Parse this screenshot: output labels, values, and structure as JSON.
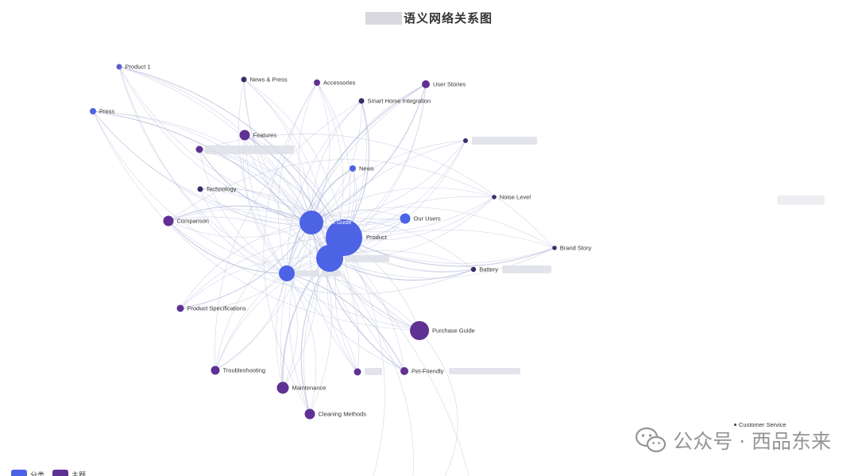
{
  "title": "语义网络关系图",
  "legend": [
    {
      "label": "分类",
      "color": "#4d63e6"
    },
    {
      "label": "主题",
      "color": "#5e3192"
    }
  ],
  "colors": {
    "category": "#4d63e6",
    "topic": "#5e3192",
    "edge": "#b9c0dd"
  },
  "nodes": [
    {
      "id": "product",
      "label": "Product",
      "type": "category"
    },
    {
      "id": "gift-guide",
      "label": "Gift Guide",
      "type": "category"
    },
    {
      "id": "blurred-cat-1",
      "label": "",
      "type": "category"
    },
    {
      "id": "blurred-cat-2",
      "label": "",
      "type": "category"
    },
    {
      "id": "product-1",
      "label": "Product 1",
      "type": "category"
    },
    {
      "id": "press",
      "label": "Press",
      "type": "category"
    },
    {
      "id": "news",
      "label": "News",
      "type": "category"
    },
    {
      "id": "our-users",
      "label": "Our Users",
      "type": "category"
    },
    {
      "id": "news-press",
      "label": "News & Press",
      "type": "topic"
    },
    {
      "id": "accessories",
      "label": "Accessories",
      "type": "topic"
    },
    {
      "id": "user-stories",
      "label": "User Stories",
      "type": "topic"
    },
    {
      "id": "smart-home",
      "label": "Smart Home Integration",
      "type": "topic"
    },
    {
      "id": "features",
      "label": "Features",
      "type": "topic"
    },
    {
      "id": "blurred-topic-1",
      "label": "",
      "type": "topic"
    },
    {
      "id": "blurred-topic-2",
      "label": "",
      "type": "topic"
    },
    {
      "id": "technology",
      "label": "Technology",
      "type": "topic"
    },
    {
      "id": "noise-level",
      "label": "Noise Level",
      "type": "topic"
    },
    {
      "id": "comparison",
      "label": "Comparison",
      "type": "topic"
    },
    {
      "id": "brand-story",
      "label": "Brand Story",
      "type": "topic"
    },
    {
      "id": "battery",
      "label": "Battery",
      "type": "topic"
    },
    {
      "id": "product-specs",
      "label": "Product Specifications",
      "type": "topic"
    },
    {
      "id": "purchase-guide",
      "label": "Purchase Guide",
      "type": "topic"
    },
    {
      "id": "troubleshooting",
      "label": "Troubleshooting",
      "type": "topic"
    },
    {
      "id": "blurred-topic-3",
      "label": "",
      "type": "topic"
    },
    {
      "id": "pet-friendly",
      "label": "Pet-Friendly",
      "type": "topic"
    },
    {
      "id": "maintenance",
      "label": "Maintenance",
      "type": "topic"
    },
    {
      "id": "cleaning-methods",
      "label": "Cleaning Methods",
      "type": "topic"
    },
    {
      "id": "customer-service",
      "label": "Customer Service",
      "type": "topic"
    }
  ],
  "watermark": {
    "text": "公众号 · 西品东来",
    "icon": "wechat-icon"
  }
}
